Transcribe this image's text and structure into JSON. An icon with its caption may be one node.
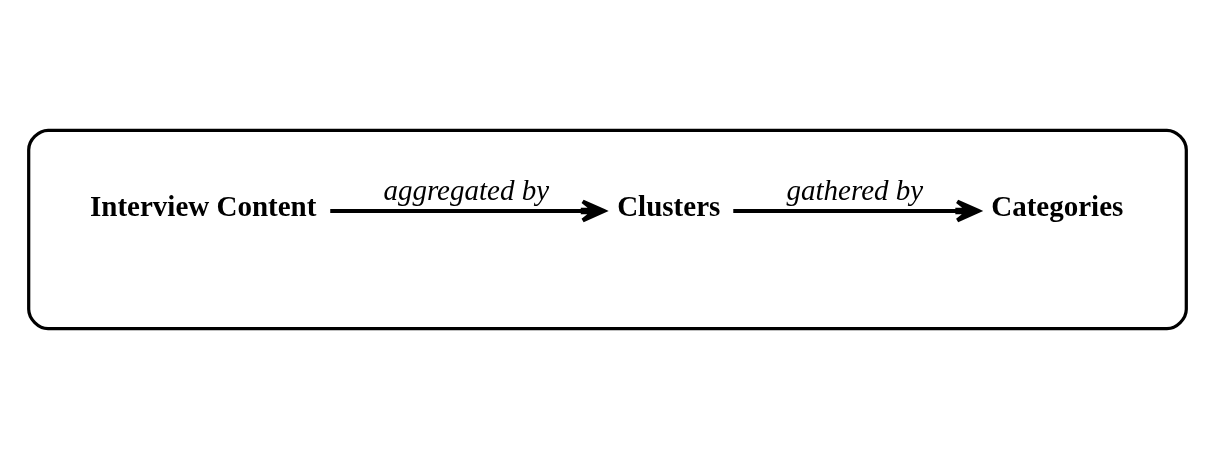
{
  "diagram": {
    "nodes": [
      {
        "text": [],
        "shape": "box"
      },
      {
        "text": [
          "Interview Content"
        ],
        "in": 0
      },
      {
        "text": [
          "Clusters"
        ],
        "in": 0
      },
      {
        "text": [
          "Categories"
        ],
        "in": 0
      }
    ],
    "edges": [
      {
        "from": 1,
        "to": 2,
        "arrow": "to",
        "label": "aggregated by"
      },
      {
        "from": 2,
        "to": 3,
        "arrow": "to",
        "label": "gathered by"
      }
    ]
  }
}
